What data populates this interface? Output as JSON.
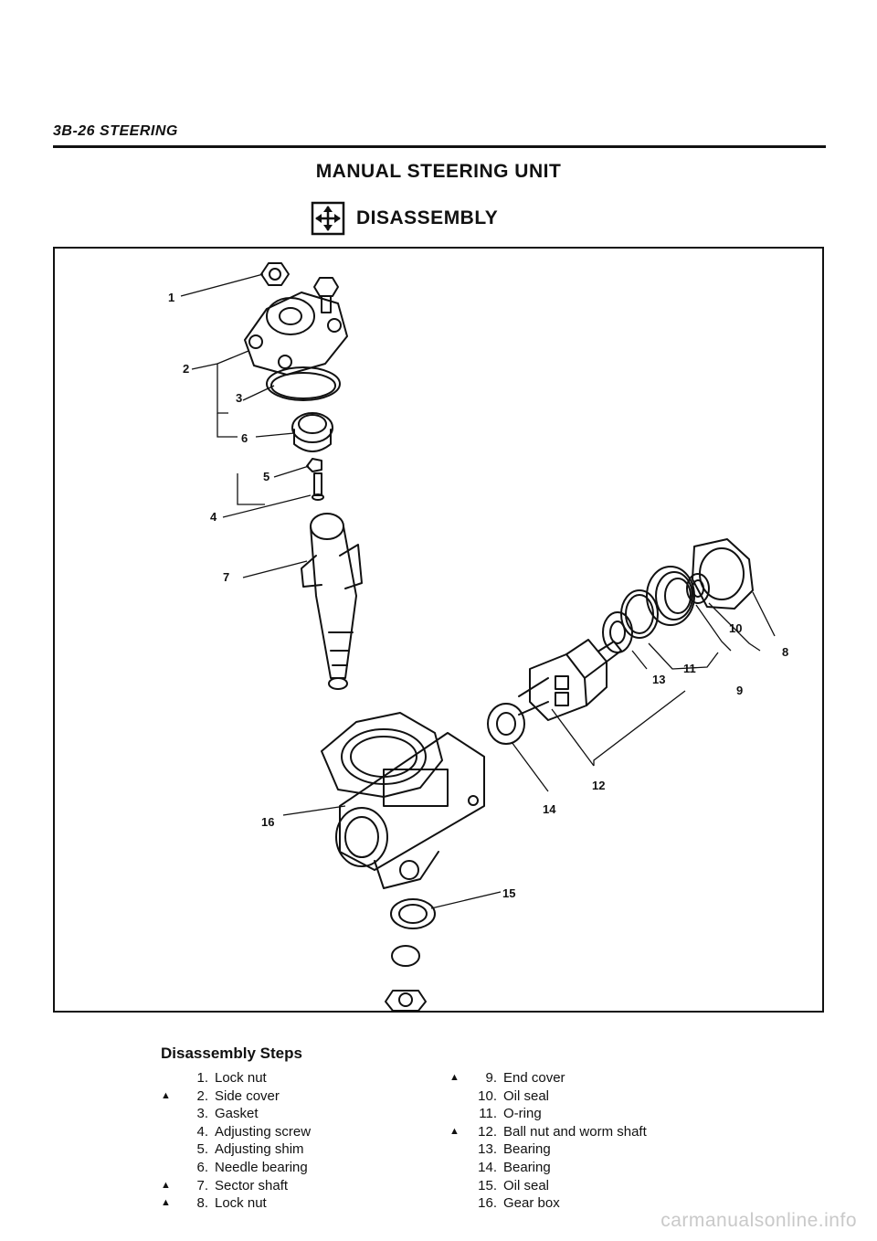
{
  "header": {
    "section": "3B-26 STEERING"
  },
  "title": "MANUAL STEERING UNIT",
  "subtitle": {
    "icon": "disassembly-arrows-icon",
    "text": "DISASSEMBLY"
  },
  "figure": {
    "callouts": [
      "1",
      "2",
      "3",
      "6",
      "5",
      "4",
      "7",
      "10",
      "8",
      "11",
      "13",
      "9",
      "12",
      "14",
      "16",
      "15"
    ]
  },
  "steps": {
    "title": "Disassembly Steps",
    "left": [
      {
        "mark": "",
        "num": "1.",
        "label": "Lock nut"
      },
      {
        "mark": "▲",
        "num": "2.",
        "label": "Side cover"
      },
      {
        "mark": "",
        "num": "3.",
        "label": "Gasket"
      },
      {
        "mark": "",
        "num": "4.",
        "label": "Adjusting screw"
      },
      {
        "mark": "",
        "num": "5.",
        "label": "Adjusting shim"
      },
      {
        "mark": "",
        "num": "6.",
        "label": "Needle bearing"
      },
      {
        "mark": "▲",
        "num": "7.",
        "label": "Sector shaft"
      },
      {
        "mark": "▲",
        "num": "8.",
        "label": "Lock nut"
      }
    ],
    "right": [
      {
        "mark": "▲",
        "num": "9.",
        "label": "End cover"
      },
      {
        "mark": "",
        "num": "10.",
        "label": "Oil seal"
      },
      {
        "mark": "",
        "num": "11.",
        "label": "O-ring"
      },
      {
        "mark": "▲",
        "num": "12.",
        "label": "Ball nut and worm shaft"
      },
      {
        "mark": "",
        "num": "13.",
        "label": "Bearing"
      },
      {
        "mark": "",
        "num": "14.",
        "label": "Bearing"
      },
      {
        "mark": "",
        "num": "15.",
        "label": "Oil seal"
      },
      {
        "mark": "",
        "num": "16.",
        "label": "Gear box"
      }
    ]
  },
  "watermark": "carmanualsonline.info"
}
